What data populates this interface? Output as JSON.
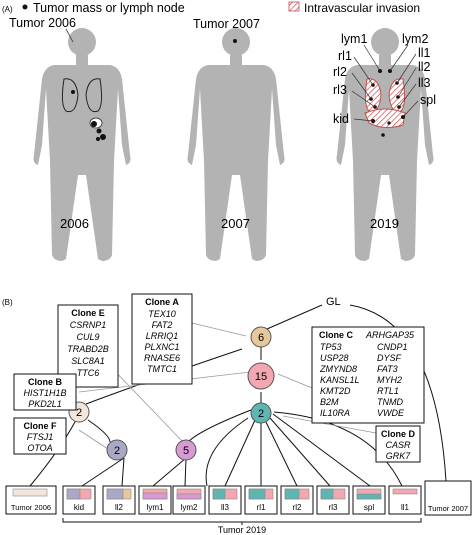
{
  "panelA": {
    "label": "(A)",
    "legend_mass": "Tumor mass or lymph node",
    "legend_invasion": "Intravascular invasion",
    "fig1_caption": "Tumor 2006",
    "fig2_caption": "Tumor 2007",
    "year1": "2006",
    "year2": "2007",
    "year3": "2019",
    "sites": {
      "lym1": "lym1",
      "lym2": "lym2",
      "rl1": "rl1",
      "ll1": "ll1",
      "ll2": "ll2",
      "rl2": "rl2",
      "ll3": "ll3",
      "rl3": "rl3",
      "spl": "spl",
      "kid": "kid"
    }
  },
  "panelB": {
    "label": "(B)",
    "germline": "GL",
    "nodes": {
      "n6": "6",
      "n15": "15",
      "n2t": "2",
      "n2b": "2",
      "n2p": "2",
      "n5": "5"
    },
    "cloneA": {
      "title": "Clone A",
      "genes": [
        "TEX10",
        "FAT2",
        "LRRIQ1",
        "PLXNC1",
        "RNASE6",
        "TMTC1"
      ]
    },
    "cloneB": {
      "title": "Clone B",
      "genes": [
        "HIST1H1B",
        "PKD2L1"
      ]
    },
    "cloneC": {
      "title": "Clone C",
      "genes_left": [
        "TP53",
        "USP28",
        "ZMYND8",
        "KANSL1L",
        "KMT2D",
        "B2M",
        "IL10RA"
      ],
      "genes_right": [
        "ARHGAP35",
        "CNDP1",
        "DYSF",
        "FAT3",
        "MYH2",
        "RTL1",
        "TNMD",
        "VWDE"
      ]
    },
    "cloneD": {
      "title": "Clone D",
      "genes": [
        "CASR",
        "GRK7"
      ]
    },
    "cloneE": {
      "title": "Clone E",
      "genes": [
        "CSRNP1",
        "CUL9",
        "TRABD2B",
        "SLC8A1",
        "TTC6"
      ]
    },
    "cloneF": {
      "title": "Clone F",
      "genes": [
        "FTSJ1",
        "OTOA"
      ]
    },
    "samples": [
      "Tumor 2006",
      "kid",
      "ll2",
      "lym1",
      "lym2",
      "ll3",
      "rl1",
      "rl2",
      "rl3",
      "spl",
      "ll1",
      "Tumor 2007"
    ],
    "bracket_label": "Tumor 2019"
  },
  "colors": {
    "node6": "#e8c89a",
    "node15": "#f2a7b1",
    "node2teal": "#5fb5b2",
    "node2grey": "#a9a9c7",
    "node5": "#d79ad3",
    "nodeB": "#f2e6dc",
    "body": "#b3b3b3",
    "organ": "#c0504d"
  }
}
